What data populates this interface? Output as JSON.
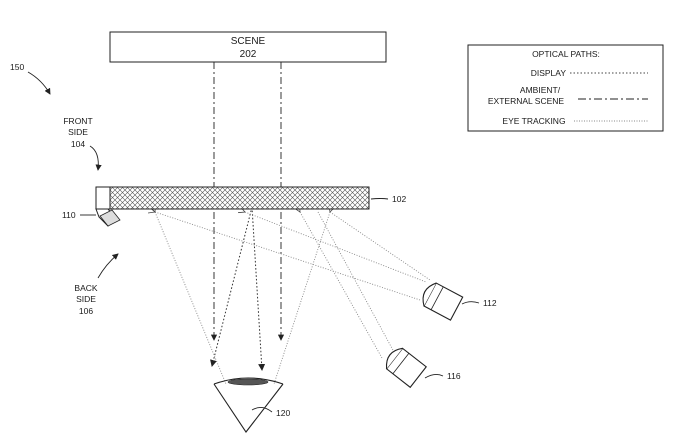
{
  "scene": {
    "title": "SCENE",
    "number": "202"
  },
  "legend": {
    "title": "OPTICAL PATHS:",
    "display": "DISPLAY",
    "ambient_line1": "AMBIENT/",
    "ambient_line2": "EXTERNAL SCENE",
    "eye_tracking": "EYE TRACKING"
  },
  "labels": {
    "figure": "150",
    "front_side_line1": "FRONT",
    "front_side_line2": "SIDE",
    "front_side_ref": "104",
    "back_side_line1": "BACK",
    "back_side_line2": "SIDE",
    "back_side_ref": "106",
    "display_ref": "102",
    "sensor_ref": "110",
    "camera_right_ref": "112",
    "camera_lower_ref": "116",
    "eye_ref": "120"
  }
}
